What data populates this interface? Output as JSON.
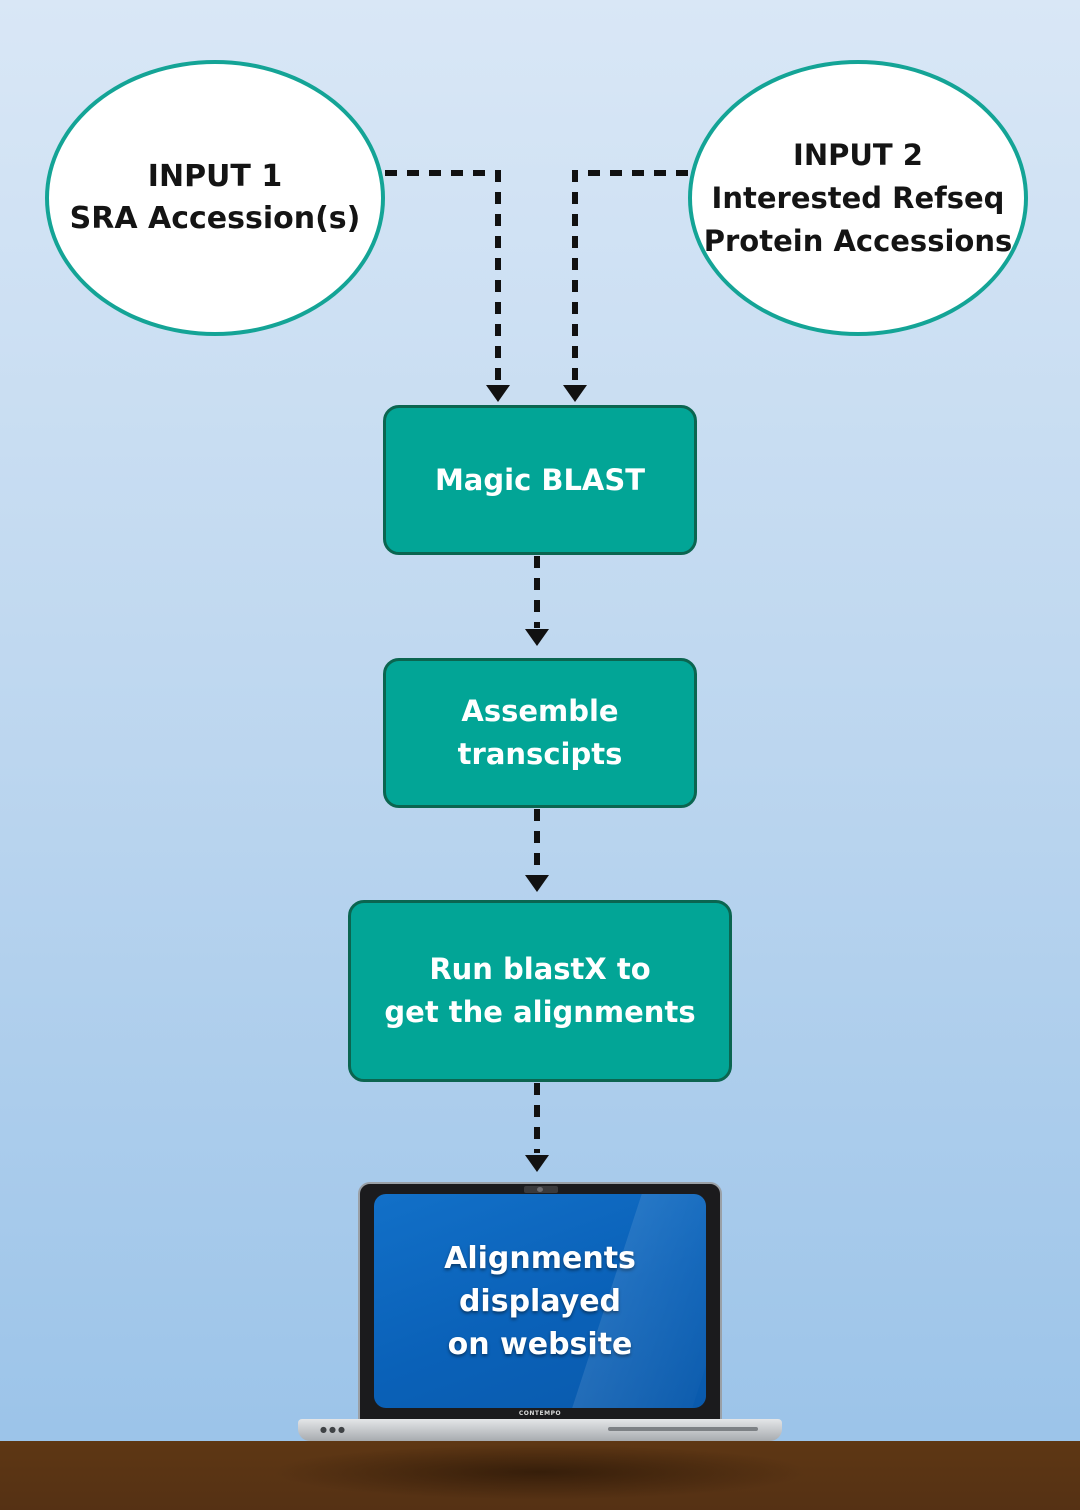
{
  "inputs": {
    "input1": {
      "line1": "INPUT 1",
      "line2": "SRA Accession(s)"
    },
    "input2": {
      "line1": "INPUT 2",
      "line2": "Interested Refseq",
      "line3": "Protein Accessions"
    }
  },
  "steps": {
    "magic_blast": {
      "label": "Magic BLAST"
    },
    "assemble": {
      "line1": "Assemble",
      "line2": "transcipts"
    },
    "blastx": {
      "line1": "Run blastX to",
      "line2": "get the alignments"
    }
  },
  "output": {
    "line1": "Alignments",
    "line2": "displayed",
    "line3": "on website"
  },
  "laptop": {
    "brand": "CONTEMPO"
  },
  "colors": {
    "step_fill": "#02a596",
    "step_border": "#0b6550",
    "input_border": "#14a496",
    "screen_blue": "#0a61b8",
    "connector": "#111111"
  }
}
